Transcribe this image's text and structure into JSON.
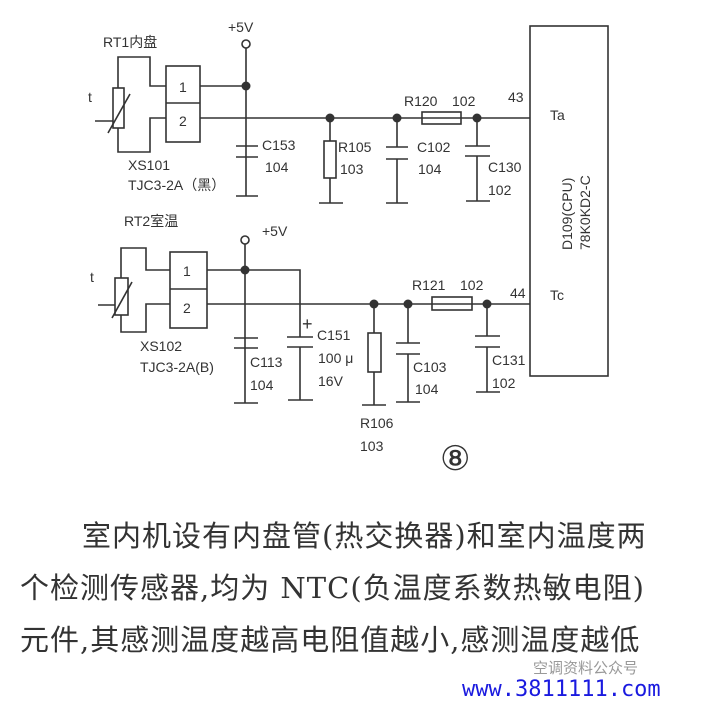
{
  "circuit1": {
    "sensor_label": "RT1内盘",
    "temp_symbol": "t",
    "connector_name": "XS101",
    "connector_type": "TJC3-2A（黑）",
    "pin1": "1",
    "pin2": "2",
    "supply": "+5V",
    "c153": {
      "name": "C153",
      "value": "104"
    },
    "r105": {
      "name": "R105",
      "value": "103"
    },
    "c102": {
      "name": "C102",
      "value": "104"
    },
    "r120": {
      "name": "R120",
      "value": "102"
    },
    "c130": {
      "name": "C130",
      "value": "102"
    },
    "pin_number": "43",
    "pin_label": "Ta"
  },
  "circuit2": {
    "sensor_label": "RT2室温",
    "temp_symbol": "t",
    "connector_name": "XS102",
    "connector_type": "TJC3-2A(B)",
    "pin1": "1",
    "pin2": "2",
    "supply": "+5V",
    "c113": {
      "name": "C113",
      "value": "104"
    },
    "c151": {
      "name": "C151",
      "value": "100 μ",
      "voltage": "16V",
      "polarity": "+"
    },
    "r106": {
      "name": "R106",
      "value": "103"
    },
    "c103": {
      "name": "C103",
      "value": "104"
    },
    "r121": {
      "name": "R121",
      "value": "102"
    },
    "c131": {
      "name": "C131",
      "value": "102"
    },
    "pin_number": "44",
    "pin_label": "Tc"
  },
  "ic": {
    "name": "D109(CPU)",
    "part": "78K0KD2-C"
  },
  "figure_number": "⑧",
  "paragraph": [
    "室内机设有内盘管(热交换器)和室内温度两",
    "个检测传感器,均为 NTC(负温度系数热敏电阻)",
    "元件,其感测温度越高电阻值越小,感测温度越低"
  ],
  "watermark": {
    "account": "空调资料公众号",
    "url": "www.3811111.com"
  }
}
